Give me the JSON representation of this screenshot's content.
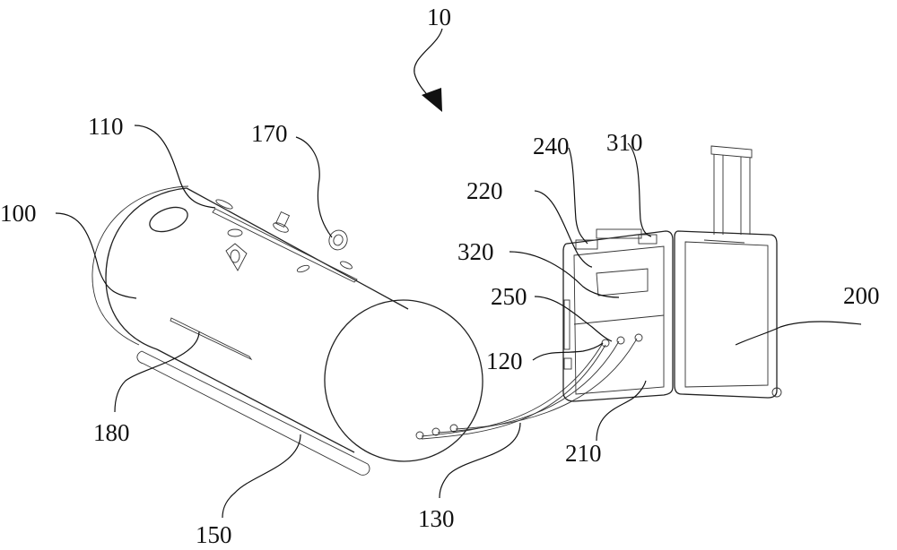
{
  "figure": {
    "assembly_label": "10",
    "line_color": "#222222",
    "background": "#ffffff",
    "labels": {
      "chamber": "100",
      "slot": "110",
      "lug": "170",
      "handle": "180",
      "base_rail": "150",
      "hoses": "130",
      "hose_connector": "120",
      "case": "200",
      "case_base": "210",
      "panel": "220",
      "latch": "240",
      "port": "250",
      "clip": "310",
      "display": "320"
    }
  }
}
